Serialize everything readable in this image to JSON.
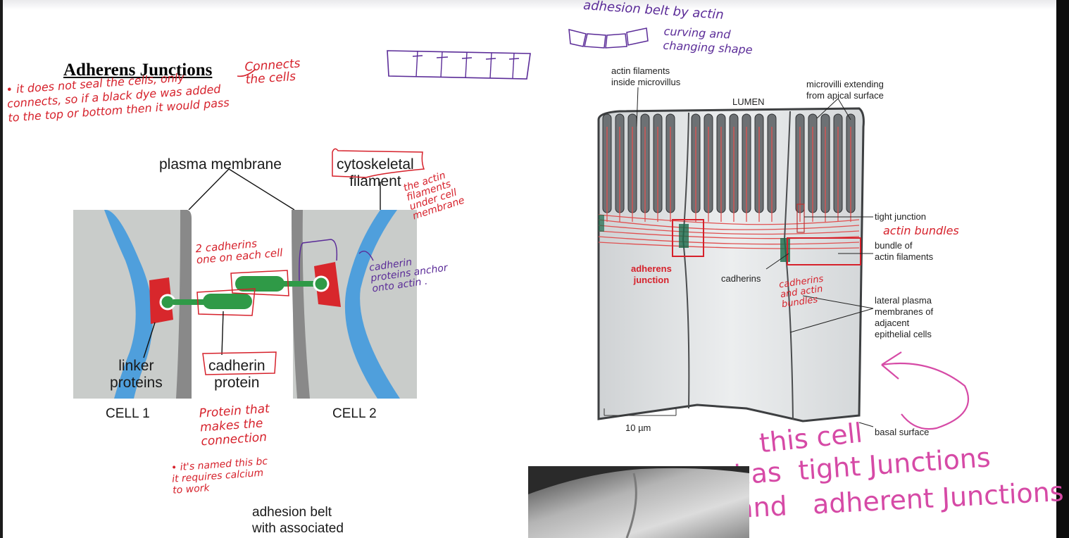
{
  "title": "Adherens Junctions",
  "notes": {
    "title_note": "Connects\nthe cells",
    "seal_note": "• it does not seal the cells, only\nconnects, so if a black dye was added\nto the top or bottom then it would pass",
    "cadherins_note": "2 cadherins\none on each cell",
    "anchor_note": "cadherin\nproteins anchor\nonto actin .",
    "actin_note": "the actin\nfilaments\nunder cell\nmembrane",
    "protein_note": "Protein that\nmakes the\nconnection",
    "calcium_note": "• it's named this bc\nit requires calcium\nto work",
    "adhesion_note": "adhesion belt by actin",
    "curving_note": "curving and\nchanging shape",
    "actin_bundles_note": "actin bundles",
    "cadherins_actin_note": "cadherins\nand actin\nbundles",
    "cell_note_1": "this cell",
    "cell_note_2": "has  tight Junctions",
    "cell_note_3": "and   adherent Junctions"
  },
  "left_diagram": {
    "plasma_membrane": "plasma membrane",
    "cytoskeletal": "cytoskeletal\nfilament",
    "linker": "linker\nproteins",
    "cadherin": "cadherin\nprotein",
    "cell1": "CELL 1",
    "cell2": "CELL 2"
  },
  "right_diagram": {
    "actin_filaments": "actin filaments\ninside microvillus",
    "lumen": "LUMEN",
    "microvilli": "microvilli extending\nfrom apical surface",
    "tight_junction": "tight junction",
    "bundle": "bundle of\nactin filaments",
    "adherens": "adherens\njunction",
    "cadherins": "cadherins",
    "lateral": "lateral plasma\nmembranes of\nadjacent\nepithelial cells",
    "scale": "10 µm",
    "basal": "basal surface"
  },
  "bottom": {
    "adhesion_belt": "adhesion belt\nwith associated"
  },
  "colors": {
    "membrane_blue": "#4f9fdc",
    "cadherin_green": "#2f9a47",
    "linker_red": "#d8272c",
    "membrane_gray": "#8a8a8a",
    "ink_red": "#d6212b",
    "ink_purple": "#5b2c98",
    "ink_pink": "#d64aa6"
  }
}
